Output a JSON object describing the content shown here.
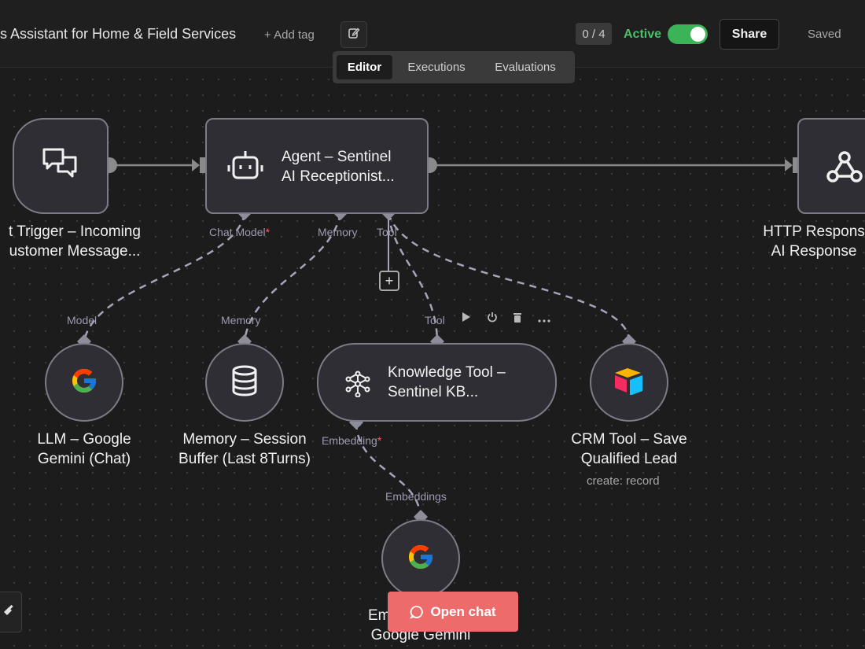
{
  "header": {
    "workflow_title": "s Assistant for Home & Field Services",
    "add_tag": "+ Add tag",
    "counter": "0 / 4",
    "active_label": "Active",
    "active": true,
    "share": "Share",
    "saved": "Saved"
  },
  "tabs": [
    {
      "label": "Editor",
      "active": true
    },
    {
      "label": "Executions",
      "active": false
    },
    {
      "label": "Evaluations",
      "active": false
    }
  ],
  "nodes": {
    "trigger": {
      "line1": "t Trigger – Incoming",
      "line2": "ustomer Message...",
      "icon": "chat-bubbles-icon"
    },
    "agent": {
      "line1": "Agent – Sentinel",
      "line2": "AI Receptionist...",
      "icon": "robot-icon"
    },
    "http": {
      "line1": "HTTP Respons",
      "line2": "AI Response",
      "icon": "webhook-icon"
    },
    "llm": {
      "line1": "LLM – Google",
      "line2": "Gemini (Chat)",
      "icon": "google-icon"
    },
    "memory": {
      "line1": "Memory – Session",
      "line2": "Buffer (Last 8Turns)",
      "icon": "database-icon"
    },
    "knowledge": {
      "line1": "Knowledge Tool –",
      "line2": "Sentinel KB...",
      "icon": "vector-store-icon"
    },
    "crm": {
      "line1": "CRM Tool – Save",
      "line2": "Qualified Lead",
      "subtitle": "create: record",
      "icon": "airtable-icon"
    },
    "embeddings": {
      "line1": "Em",
      "line2": "Google Gemini",
      "icon": "google-icon"
    }
  },
  "ports": {
    "chat_model": "Chat Model",
    "memory": "Memory",
    "tool": "Tool",
    "model": "Model",
    "memory_in": "Memory",
    "tool_in": "Tool",
    "embedding": "Embedding",
    "embeddings_in": "Embeddings",
    "required_mark": "*"
  },
  "open_chat": "Open chat",
  "colors": {
    "active_green": "#3bb357",
    "open_chat": "#ee6b6b",
    "port_label": "#9c9bb0",
    "required": "#ff5a5f"
  }
}
